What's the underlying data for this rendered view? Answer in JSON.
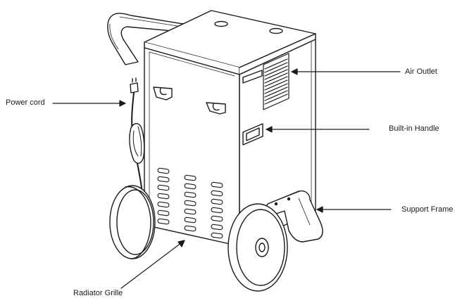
{
  "diagram": {
    "labels": {
      "power_cord": "Power cord",
      "air_outlet": "Air Outlet",
      "builtin_handle": "Built-in Handle",
      "support_frame": "Support Frame",
      "radiator_grille": "Radiator Grille"
    },
    "colors": {
      "line": "#1a1a1a",
      "background": "#ffffff"
    }
  }
}
